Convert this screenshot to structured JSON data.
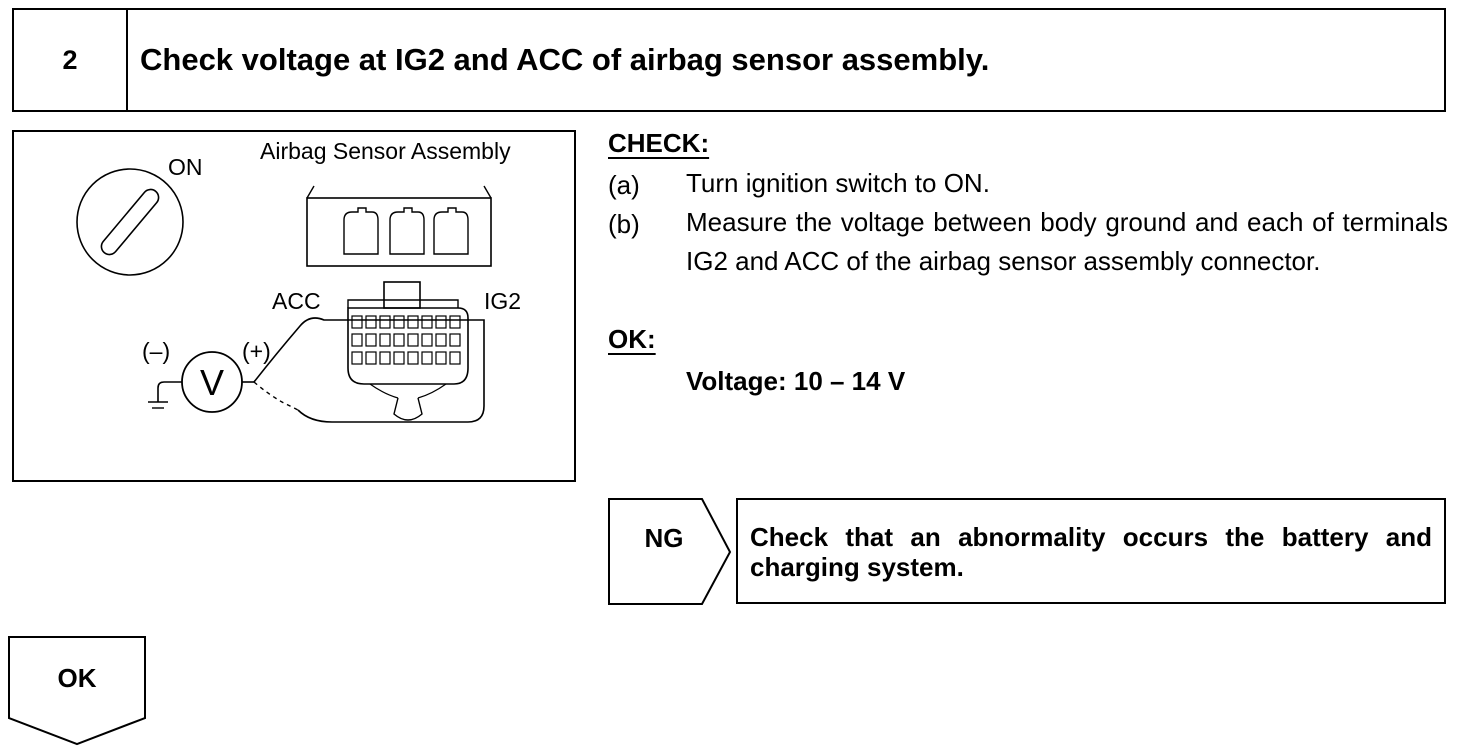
{
  "header": {
    "step_number": "2",
    "title": "Check voltage at IG2 and ACC of airbag sensor assembly."
  },
  "figure": {
    "assembly_label": "Airbag Sensor Assembly",
    "switch_label": "ON",
    "acc_label": "ACC",
    "ig2_label": "IG2",
    "minus_label": "(–)",
    "plus_label": "(+)",
    "meter_symbol": "V"
  },
  "procedure": {
    "heading": "CHECK:",
    "steps": [
      {
        "letter": "(a)",
        "text": "Turn ignition switch to ON."
      },
      {
        "letter": "(b)",
        "text": "Measure the voltage between body ground and each of terminals IG2 and ACC of the airbag sensor assembly connector."
      }
    ],
    "ok_heading": "OK:",
    "spec": "Voltage: 10 – 14 V"
  },
  "ng_branch": {
    "label": "NG",
    "result": "Check that an abnormality occurs the battery and charging system."
  },
  "ok_branch": {
    "label": "OK"
  }
}
